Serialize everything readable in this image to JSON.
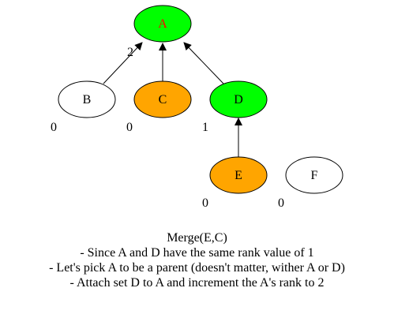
{
  "colors": {
    "green": "#00ff00",
    "orange": "#ffa500",
    "white": "#ffffff",
    "stroke": "#000000",
    "highlight_text": "#ff0000"
  },
  "nodes": {
    "A": {
      "label": "A",
      "fill": "green",
      "text_color": "highlight_text"
    },
    "B": {
      "label": "B",
      "fill": "white",
      "text_color": "stroke"
    },
    "C": {
      "label": "C",
      "fill": "orange",
      "text_color": "stroke"
    },
    "D": {
      "label": "D",
      "fill": "green",
      "text_color": "stroke"
    },
    "E": {
      "label": "E",
      "fill": "orange",
      "text_color": "stroke"
    },
    "F": {
      "label": "F",
      "fill": "white",
      "text_color": "stroke"
    }
  },
  "edges": [
    {
      "from": "B",
      "to": "A"
    },
    {
      "from": "C",
      "to": "A"
    },
    {
      "from": "D",
      "to": "A"
    },
    {
      "from": "E",
      "to": "D"
    }
  ],
  "ranks": {
    "A": "2",
    "B": "0",
    "C": "0",
    "D": "1",
    "E": "0",
    "F": "0"
  },
  "caption": {
    "line1": "Merge(E,C)",
    "line2": "- Since A and D have the same rank value of 1",
    "line3": "- Let's pick A to be a parent (doesn't matter, wither A or D)",
    "line4": "- Attach set D to A and increment the A's rank to 2"
  }
}
